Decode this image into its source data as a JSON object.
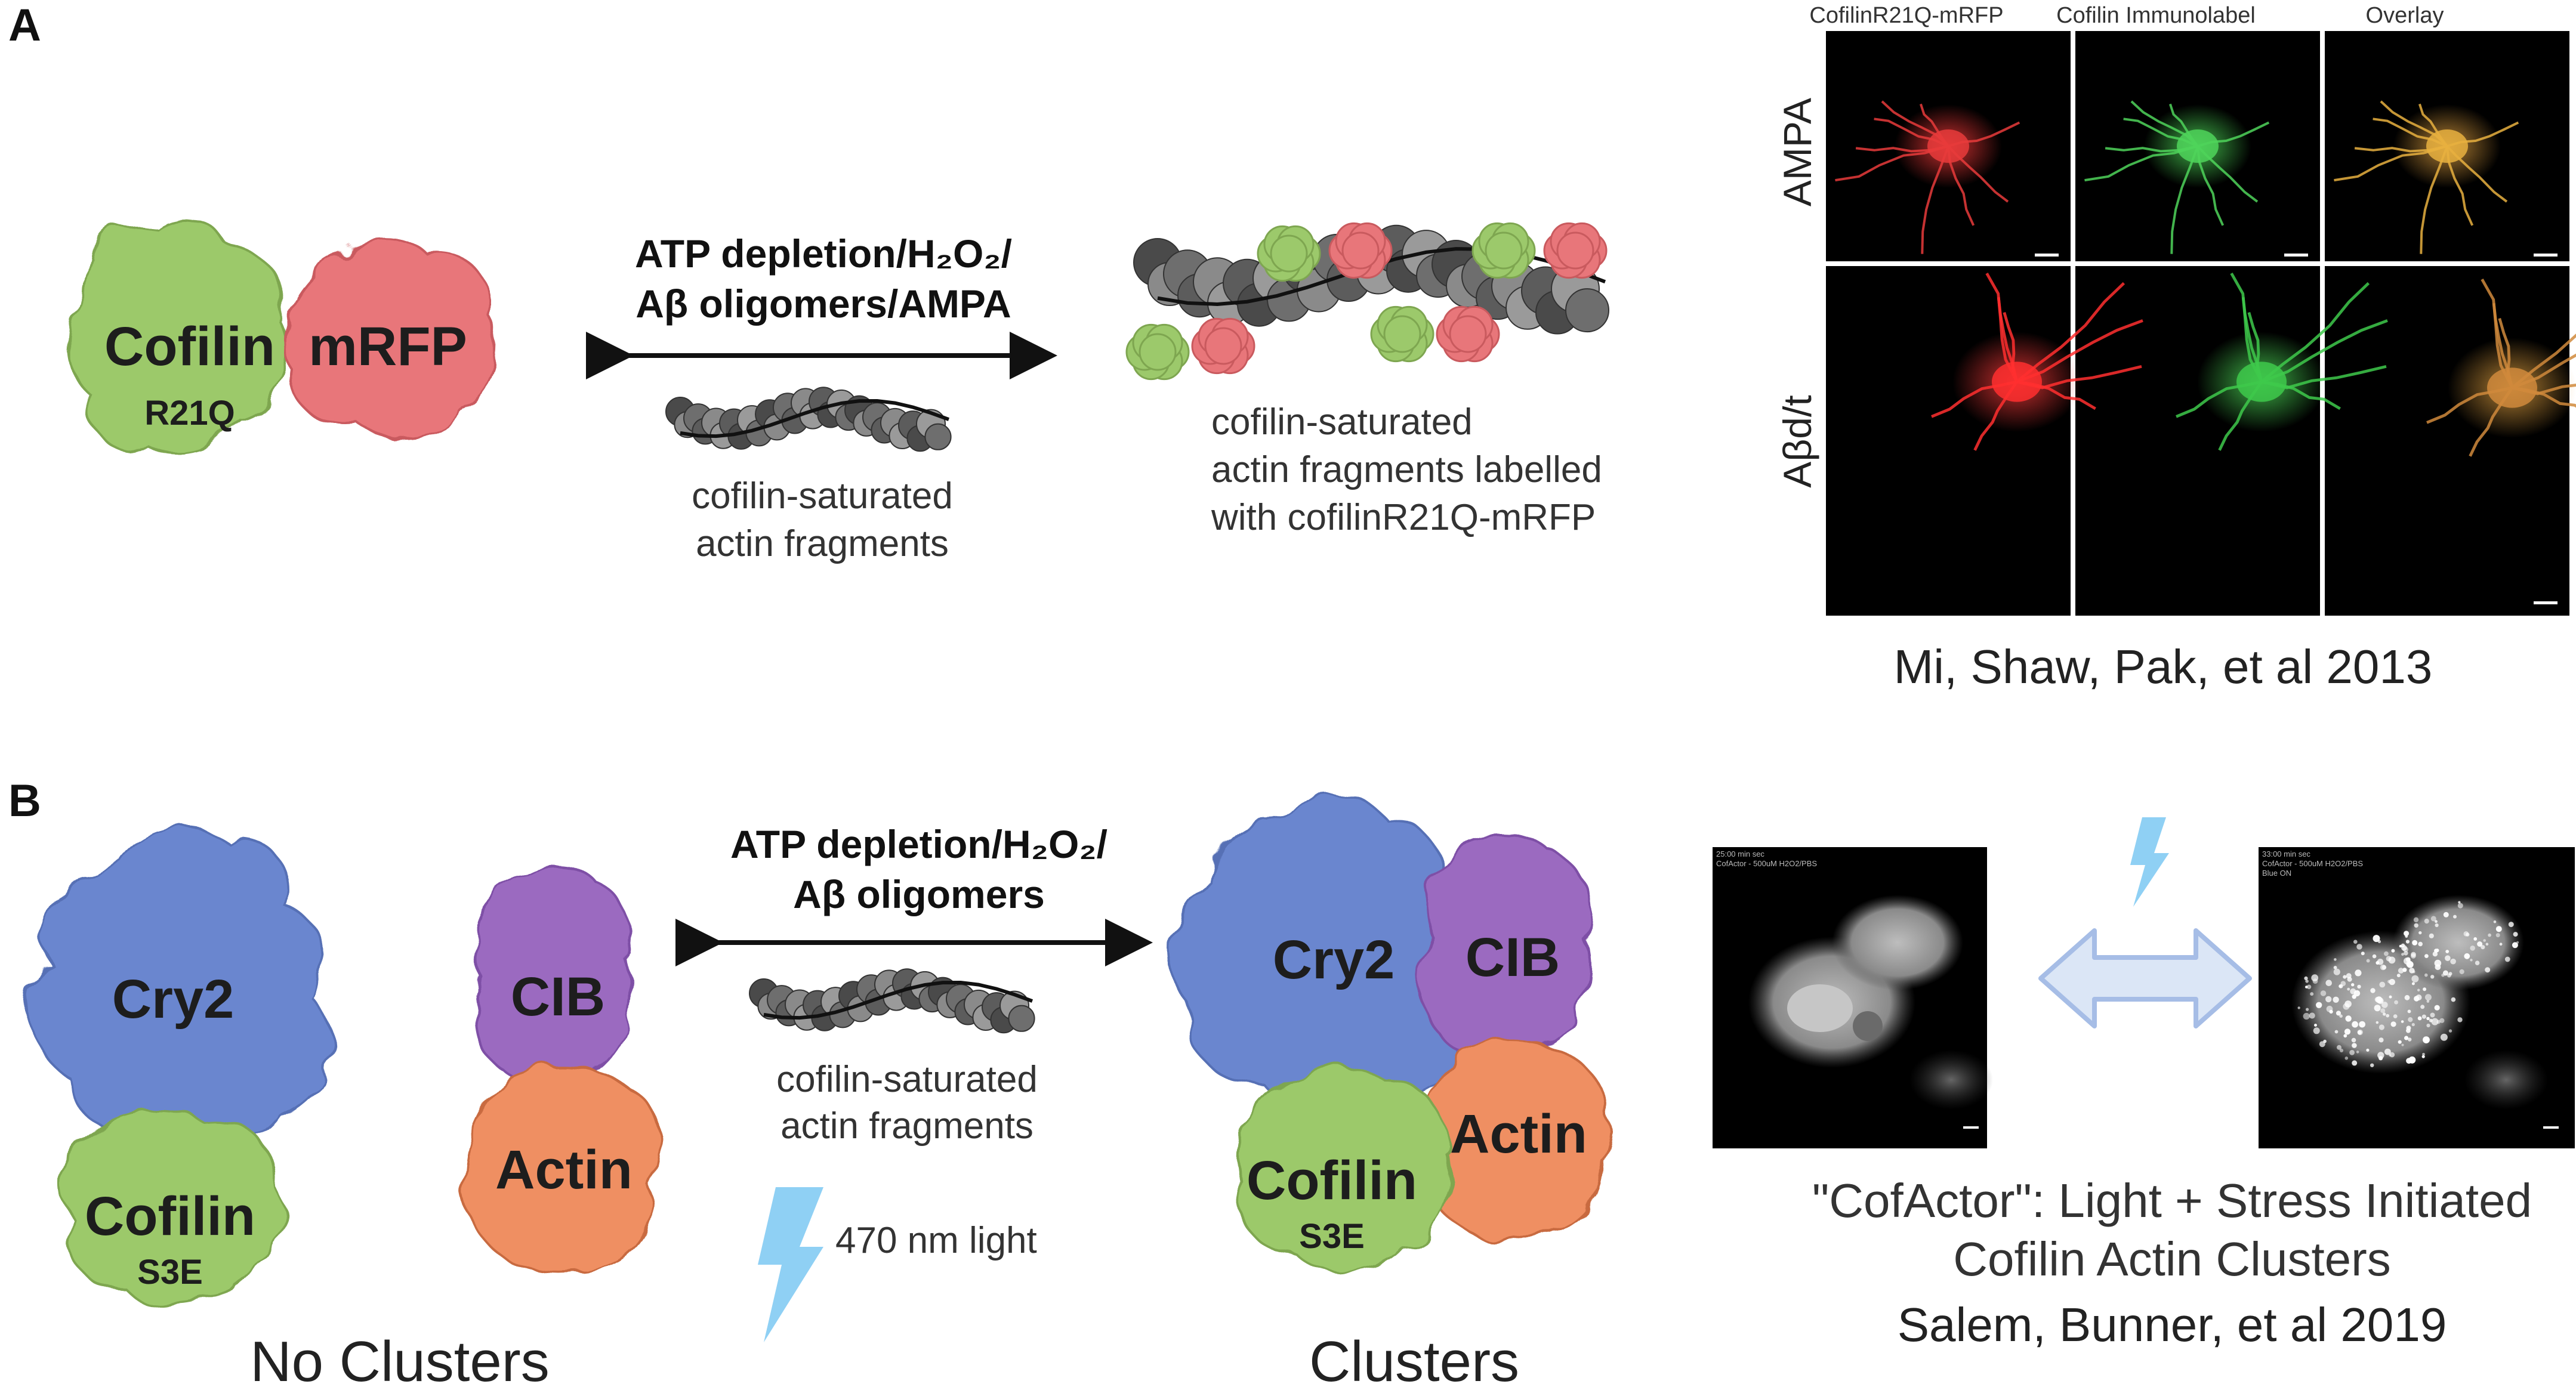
{
  "panel_a": {
    "letter": "A",
    "blob_cofilin": "Cofilin",
    "blob_cofilin_sub": "R21Q",
    "blob_mrfp": "mRFP",
    "arrow_line1": "ATP depletion/H₂O₂/",
    "arrow_line2": "Aβ oligomers/AMPA",
    "left_caption_1": "cofilin-saturated",
    "left_caption_2": "actin fragments",
    "right_caption_1": "cofilin-saturated",
    "right_caption_2": "actin fragments labelled",
    "right_caption_3": "with cofilinR21Q-mRFP",
    "micro_cols": [
      "CofilinR21Q-mRFP",
      "Cofilin Immunolabel",
      "Overlay"
    ],
    "micro_rows": [
      "AMPA",
      "Aβd/t"
    ],
    "citation": "Mi, Shaw, Pak, et al 2013"
  },
  "panel_b": {
    "letter": "B",
    "blob_cry2_left": "Cry2",
    "blob_cofilin_left": "Cofilin",
    "blob_cofilin_left_sub": "S3E",
    "blob_cib_left": "CIB",
    "blob_actin_left": "Actin",
    "arrow_line1": "ATP depletion/H₂O₂/",
    "arrow_line2": "Aβ oligomers",
    "caption_1": "cofilin-saturated",
    "caption_2": "actin fragments",
    "light": "470 nm light",
    "label_left": "No Clusters",
    "label_right": "Clusters",
    "blob_cry2_right": "Cry2",
    "blob_cib_right": "CIB",
    "blob_actin_right": "Actin",
    "blob_cofilin_right": "Cofilin",
    "blob_cofilin_right_sub": "S3E",
    "cell_left_header_1": "25:00 min sec",
    "cell_left_header_2": "CofActor - 500uM H2O2/PBS",
    "cell_right_header_1": "33:00 min sec",
    "cell_right_header_2": "CofActor - 500uM H2O2/PBS",
    "cell_right_header_3": "Blue ON",
    "caption_line1": "\"CofActor\": Light + Stress Initiated",
    "caption_line2": "Cofilin Actin Clusters",
    "citation": "Salem, Bunner, et al 2019"
  },
  "colors": {
    "green": "#9cc96b",
    "red": "#e8767a",
    "blue": "#6b86cf",
    "purple": "#9b6bc0",
    "orange": "#ef8f62",
    "bolt": "#8fd0f4",
    "double_arrow": "#dbe6f6"
  }
}
